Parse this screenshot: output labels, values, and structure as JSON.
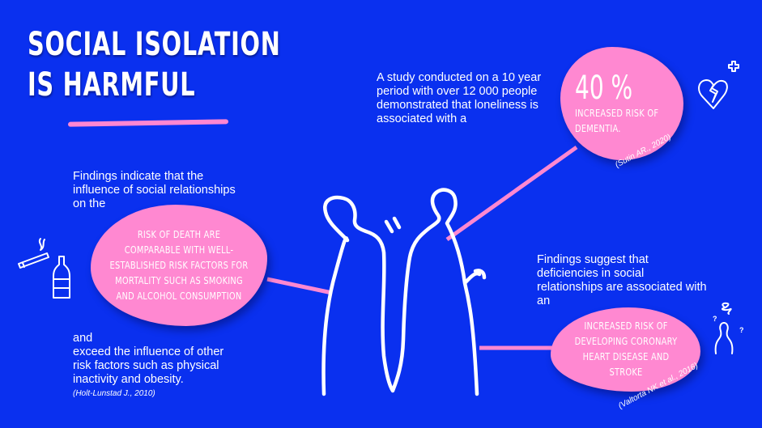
{
  "header": {
    "title_line1": "SOCIAL ISOLATION",
    "title_line2": "IS HARMFUL"
  },
  "colors": {
    "background": "#0a30ef",
    "accent_pink": "#ff88d1",
    "text": "#ffffff"
  },
  "left_panel": {
    "intro": "Findings indicate that the influence of social relationships on the",
    "bubble": "Risk of death are comparable with well-established risk factors for mortality such as smoking and alcohol consumption",
    "outro_line1": "and",
    "outro": "exceed the influence of other risk factors such as physical inactivity and obesity.",
    "citation": "(Holt-Lunstad J., 2010)",
    "icons": [
      "cigarette-icon",
      "bottle-icon"
    ]
  },
  "top_right_panel": {
    "intro": "A study conducted on a 10 year period with over 12 000 people demonstrated that loneliness is associated with a",
    "stat": "40 %",
    "bubble": "Increased risk of dementia.",
    "citation": "(Sutin AR., 2020)",
    "icons": [
      "broken-heart-icon"
    ]
  },
  "bottom_right_panel": {
    "intro": "Findings suggest that deficiencies in social relationships are associated with an",
    "bubble": "Increased risk of developing coronary heart disease and stroke",
    "citation": "(Valtorta NK et al., 2016)",
    "icons": [
      "confused-person-icon"
    ]
  },
  "illustration": {
    "description": "two-elderly-figures-outline"
  }
}
